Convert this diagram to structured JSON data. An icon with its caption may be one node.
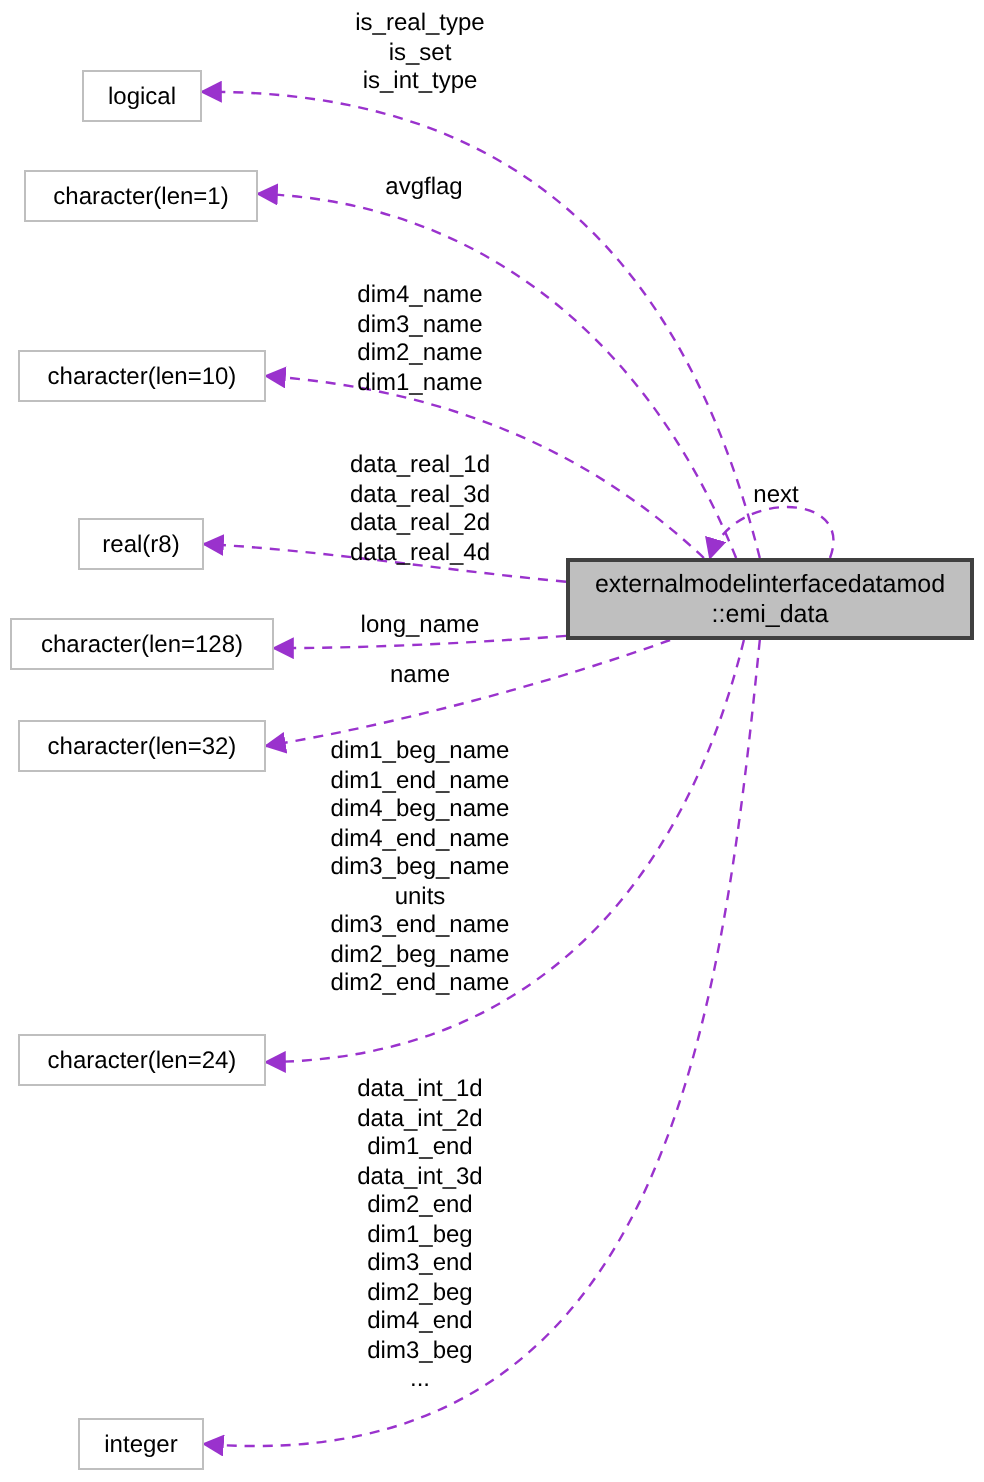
{
  "diagram": {
    "nodes": [
      {
        "text": [
          "logical"
        ]
      },
      {
        "text": [
          "character(len=1)"
        ]
      },
      {
        "text": [
          "character(len=10)"
        ]
      },
      {
        "text": [
          "real(r8)"
        ]
      },
      {
        "text": [
          "externalmodelinterfacedatamod ::emi_data"
        ]
      },
      {
        "text": [
          "character(len=128)"
        ]
      },
      {
        "text": [
          "character(len=32)"
        ]
      },
      {
        "text": [
          "character(len=24)"
        ]
      },
      {
        "text": [
          "integer"
        ]
      }
    ],
    "edges": [
      {
        "from": 4,
        "to": 0,
        "arrow": "to",
        "style": "dashed",
        "label": "is_real_type is_set is_int_type"
      },
      {
        "from": 4,
        "to": 1,
        "arrow": "to",
        "style": "dashed",
        "label": "avgflag"
      },
      {
        "from": 4,
        "to": 2,
        "arrow": "to",
        "style": "dashed",
        "label": "dim4_name dim3_name dim2_name dim1_name"
      },
      {
        "from": 4,
        "to": 3,
        "arrow": "to",
        "style": "dashed",
        "label": "data_real_1d data_real_3d data_real_2d data_real_4d"
      },
      {
        "from": 4,
        "to": 4,
        "arrow": "to",
        "style": "dashed",
        "label": "next"
      },
      {
        "from": 4,
        "to": 5,
        "arrow": "to",
        "style": "dashed",
        "label": "long_name"
      },
      {
        "from": 4,
        "to": 6,
        "arrow": "to",
        "style": "dashed",
        "label": "name"
      },
      {
        "from": 4,
        "to": 7,
        "arrow": "to",
        "style": "dashed",
        "label": "dim1_beg_name dim1_end_name dim4_beg_name dim4_end_name dim3_beg_name units dim3_end_name dim2_beg_name dim2_end_name"
      },
      {
        "from": 4,
        "to": 8,
        "arrow": "to",
        "style": "dashed",
        "label": "data_int_1d data_int_2d dim1_end data_int_3d dim2_end dim1_beg dim3_end dim2_beg dim4_end dim3_beg ..."
      }
    ]
  }
}
